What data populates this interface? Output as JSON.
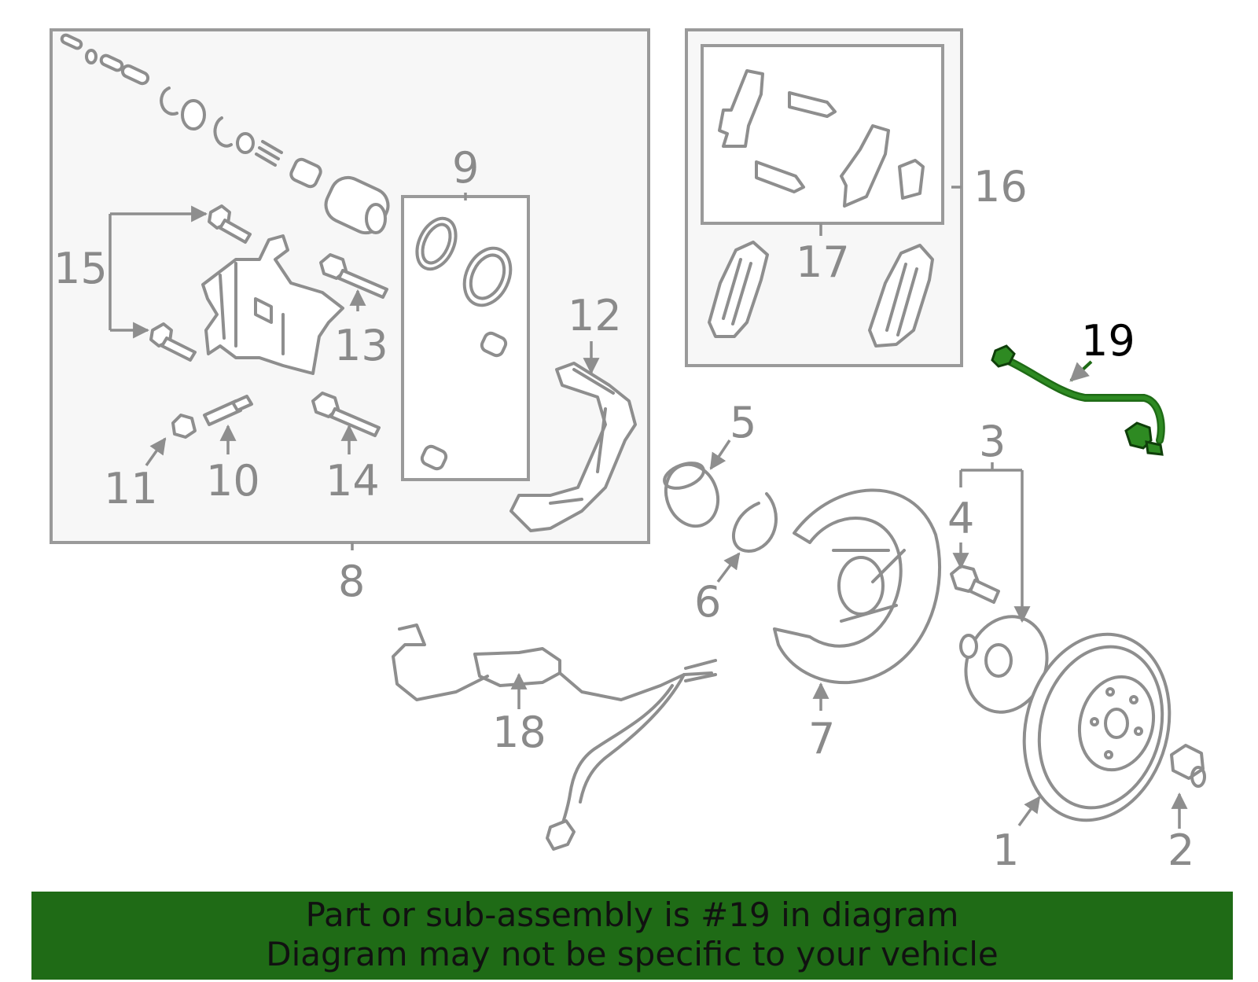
{
  "callouts": {
    "c1": "1",
    "c2": "2",
    "c3": "3",
    "c4": "4",
    "c5": "5",
    "c6": "6",
    "c7": "7",
    "c8": "8",
    "c9": "9",
    "c10": "10",
    "c11": "11",
    "c12": "12",
    "c13": "13",
    "c14": "14",
    "c15": "15",
    "c16": "16",
    "c17": "17",
    "c18": "18",
    "c19": "19"
  },
  "highlighted_part": "19",
  "colors": {
    "banner": "#1f6b16",
    "highlight_part": "#1f6b16",
    "line_art": "#8e8e8e"
  },
  "banner": {
    "line1": "Part or sub-assembly is #19 in diagram",
    "line2": "Diagram may not be specific to your vehicle"
  }
}
